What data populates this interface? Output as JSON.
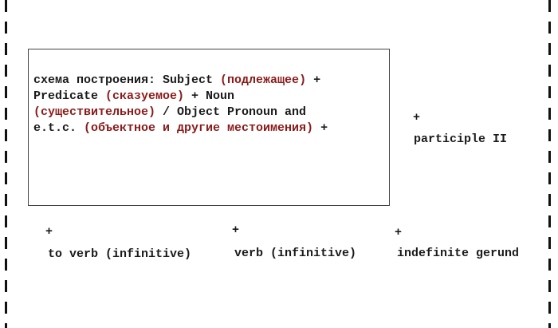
{
  "box": {
    "line1_en": "схема построения: Subject ",
    "line1_ru": "(подлежащее)",
    "line1_tail": " +",
    "line2_en": "Predicate ",
    "line2_ru": "(сказуемое)",
    "line2_tail": " + Noun",
    "line3_ru": "(существительное)",
    "line3_tail": " / Object Pronoun and",
    "line4_en": "e.t.c. ",
    "line4_ru": "(объектное и другие местоимения)",
    "line4_tail": " +"
  },
  "options": {
    "participle": {
      "plus": "+",
      "label": "participle II"
    },
    "to_verb": {
      "plus": "+",
      "label": "to verb (infinitive)"
    },
    "verb": {
      "plus": "+",
      "label": "verb (infinitive)"
    },
    "gerund": {
      "plus": "+",
      "label": "indefinite gerund"
    }
  },
  "colors": {
    "russian_text": "#8b1a1a",
    "main_text": "#1a1a1a"
  }
}
